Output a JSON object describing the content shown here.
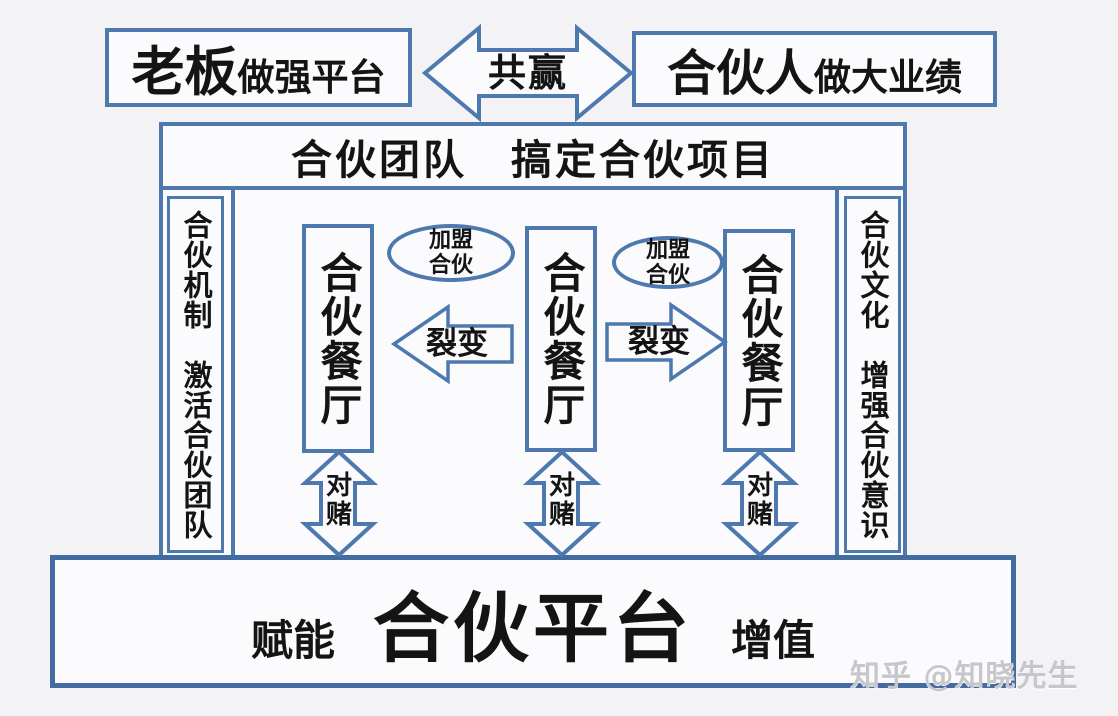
{
  "colors": {
    "border": "#4d79ae",
    "border_dark": "#426ba1",
    "ink": "#141414",
    "background": "#f3f3f5",
    "box_background": "#fbfbfd",
    "watermark": "#c7c7cb"
  },
  "top": {
    "boss_box": {
      "big": "老板",
      "small": "做强平台"
    },
    "winwin_arrow_label": "共赢",
    "partner_box": {
      "big": "合伙人",
      "small": "做大业绩"
    }
  },
  "header": {
    "label": "合伙团队　搞定合伙项目"
  },
  "left_column": {
    "label": "合伙机制　激活合伙团队"
  },
  "right_column": {
    "label": "合伙文化　增强合伙意识"
  },
  "center": {
    "restaurants": [
      "合伙餐厅",
      "合伙餐厅",
      "合伙餐厅"
    ],
    "join_ellipses": [
      "加盟合伙",
      "加盟合伙"
    ],
    "split_arrows": [
      "裂变",
      "裂变"
    ],
    "bet_arrows": [
      "对赌",
      "对赌",
      "对赌"
    ]
  },
  "bottom": {
    "left": "赋能",
    "center": "合伙平台",
    "right": "增值"
  },
  "watermark": "知乎 @知晓先生"
}
